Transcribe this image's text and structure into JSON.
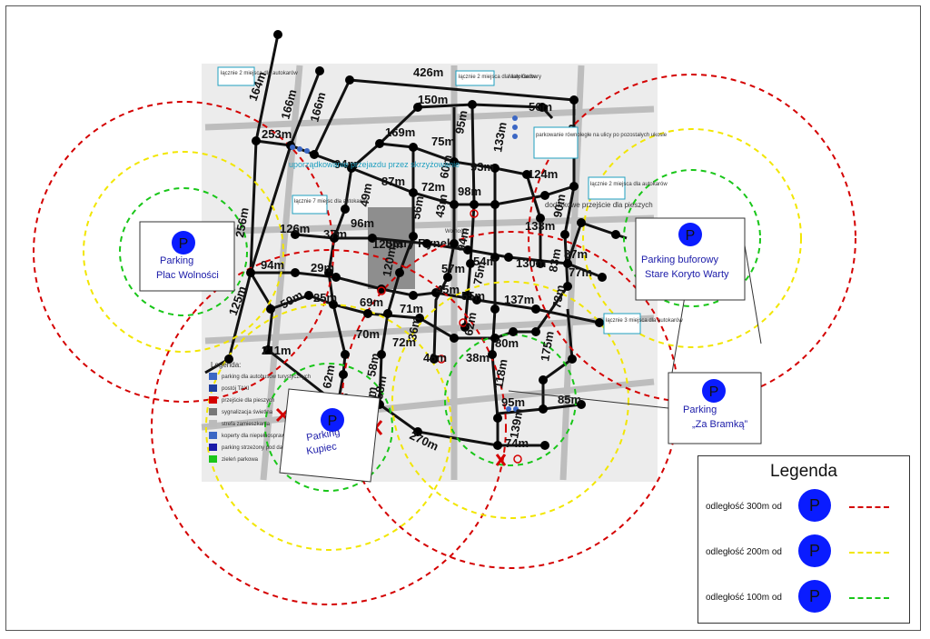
{
  "colors": {
    "r300": "#d40000",
    "r200": "#f2e600",
    "r100": "#19c619",
    "parking": "#0a1cff",
    "road": "#111111",
    "mapbg": "#ececec",
    "callout": "#1f9fbf"
  },
  "parkings": [
    {
      "id": "plac-wolnosci",
      "letter": "P",
      "line1": "Parking",
      "line2": "Plac Wolności"
    },
    {
      "id": "stare-koryto",
      "letter": "P",
      "line1": "Parking buforowy",
      "line2": "Stare Koryto Warty"
    },
    {
      "id": "za-bramka",
      "letter": "P",
      "line1": "Parking",
      "line2": "„Za Bramką”"
    },
    {
      "id": "kupiec",
      "letter": "P",
      "line1": "Parking",
      "line2": "Kupiec"
    }
  ],
  "distances": [
    "426m",
    "164m",
    "166m",
    "166m",
    "253m",
    "94m",
    "150m",
    "133m",
    "56m",
    "169m",
    "75m",
    "95m",
    "124m",
    "93m",
    "87m",
    "60m",
    "161m",
    "72m",
    "98m",
    "90m",
    "49m",
    "96m",
    "37m",
    "120m",
    "56m",
    "43m",
    "133m",
    "256m",
    "126m",
    "94m",
    "29m",
    "130m",
    "87m",
    "77m",
    "137m",
    "120m",
    "57m",
    "94m",
    "83m",
    "54m",
    "59m",
    "25m",
    "69m",
    "71m",
    "45m",
    "55m",
    "75m",
    "73m",
    "211m",
    "70m",
    "72m",
    "58m",
    "46m",
    "36m",
    "38m",
    "62m",
    "58m",
    "90m",
    "69m",
    "118m",
    "95m",
    "85m",
    "175m",
    "139m",
    "270m",
    "74m",
    "125m",
    "62m",
    "80m"
  ],
  "map_text": {
    "rynek": "Stary Rynek",
    "street1": "Mały Garbary",
    "street2": "Wolności"
  },
  "callouts": {
    "c1": "łącznie 2 miejsca dla autokarów",
    "c2": "łącznie 2 miejsca dla autokarów",
    "c3": "uporządkowanie przejazdu przez skrzyżowanie",
    "c4": "łącznie 7 miejsc dla autokarów",
    "c5": "parkowanie równoległe na ulicy po pozostałych ukosie",
    "c6": "dodatkowe przejście dla pieszych",
    "c7": "łącznie 2 miejsca dla autokarów",
    "c8": "łącznie 3 miejsca dla autokarów"
  },
  "map_legend": {
    "title": "Legenda:",
    "items": [
      "parking dla autobusów turystycznych",
      "postój TAXI",
      "przejście dla pieszych",
      "sygnalizacja świetlna",
      "strefa zamieszkania",
      "koperty dla niepełnosprawnych",
      "parking strzeżony pod dachem",
      "zieleń parkowa"
    ]
  },
  "legend": {
    "title": "Legenda",
    "rows": [
      {
        "label": "odległość 300m od",
        "letter": "P"
      },
      {
        "label": "odległość 200m od",
        "letter": "P"
      },
      {
        "label": "odległość 100m od",
        "letter": "P"
      }
    ]
  }
}
